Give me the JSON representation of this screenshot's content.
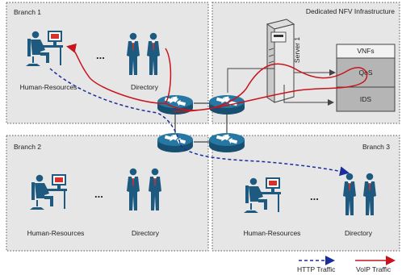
{
  "regions": {
    "branch1": {
      "title": "Branch 1",
      "hr_label": "Human-Resources",
      "dir_label": "Directory"
    },
    "branch2": {
      "title": "Branch 2",
      "hr_label": "Human-Resources",
      "dir_label": "Directory"
    },
    "branch3": {
      "title": "Branch 3",
      "hr_label": "Human-Resources",
      "dir_label": "Directory"
    },
    "nfv": {
      "title": "Dedicated NFV Infrastructure",
      "server_label": "Server 1",
      "vnfs_title": "VNFs",
      "vnf_items": [
        "QoS",
        "IDS"
      ]
    }
  },
  "ellipsis": "...",
  "legend": {
    "http": {
      "label": "HTTP Traffic",
      "color": "#1a2d9c"
    },
    "voip": {
      "label": "VoIP Traffic",
      "color": "#c8141c"
    }
  },
  "colors": {
    "region_fill": "#e6e6e6",
    "router": "#1a5a7f",
    "person": "#1e5a80",
    "tie": "#d8312b"
  }
}
